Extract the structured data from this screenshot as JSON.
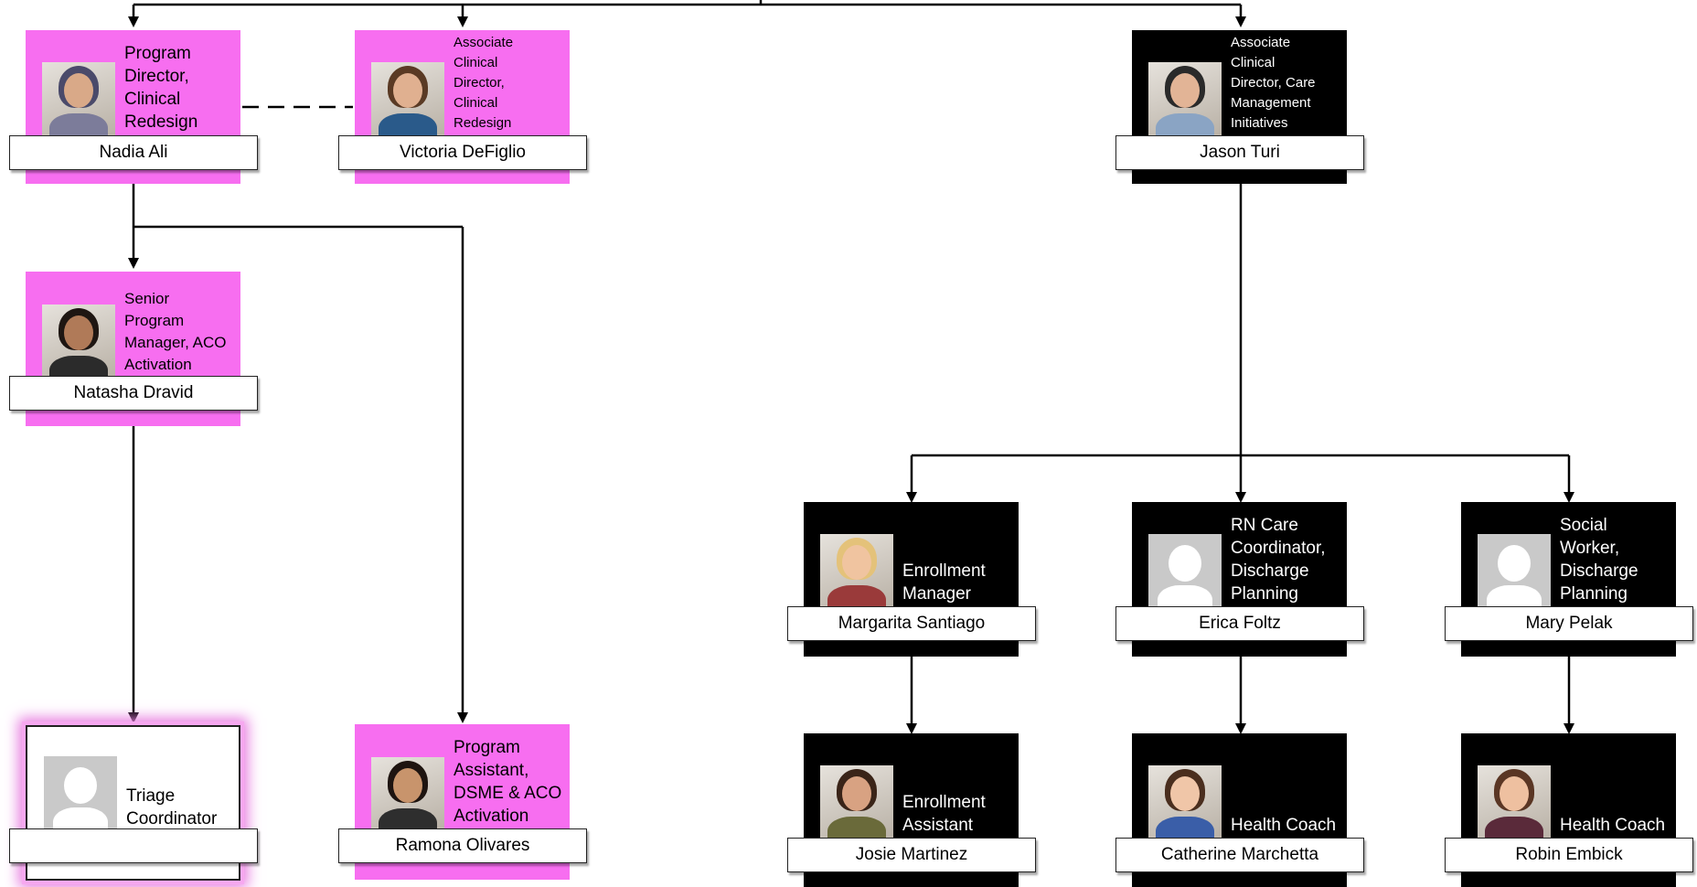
{
  "colors": {
    "pink": "#f76ef0",
    "black": "#000000",
    "connector": "#000000"
  },
  "people": {
    "nadia": {
      "title": "Program\nDirector,\nClinical\nRedesign",
      "name": "Nadia Ali"
    },
    "victoria": {
      "title": "Associate\nClinical\nDirector,\nClinical\nRedesign",
      "name": "Victoria DeFiglio"
    },
    "jason": {
      "title": "Associate\nClinical\nDirector, Care\nManagement\nInitiatives",
      "name": "Jason Turi"
    },
    "natasha": {
      "title": "Senior\nProgram\nManager, ACO\nActivation",
      "name": "Natasha Dravid"
    },
    "margarita": {
      "title": "Enrollment\nManager",
      "name": "Margarita  Santiago"
    },
    "erica": {
      "title": "RN Care\nCoordinator,\nDischarge\nPlanning",
      "name": "Erica Foltz"
    },
    "mary": {
      "title": "Social\nWorker,\nDischarge\nPlanning",
      "name": "Mary Pelak"
    },
    "triage": {
      "title": "Triage\nCoordinator",
      "name": ""
    },
    "ramona": {
      "title": "Program\nAssistant,\nDSME & ACO\nActivation",
      "name": "Ramona Olivares"
    },
    "josie": {
      "title": "Enrollment\nAssistant",
      "name": "Josie Martinez"
    },
    "catherine": {
      "title": "Health Coach",
      "name": "Catherine Marchetta"
    },
    "robin": {
      "title": "Health Coach",
      "name": "Robin Embick"
    }
  },
  "photos": {
    "nadia": {
      "kind": "photo",
      "hair": "#4a4a6a",
      "skin": "#d9a988",
      "cloth": "#7c7c9a"
    },
    "victoria": {
      "kind": "photo",
      "hair": "#5a3a24",
      "skin": "#e0b090",
      "cloth": "#2a5a8a"
    },
    "jason": {
      "kind": "photo",
      "hair": "#2a2a2a",
      "skin": "#e2b496",
      "cloth": "#8aa4c4"
    },
    "natasha": {
      "kind": "photo",
      "hair": "#1e1612",
      "skin": "#b07a58",
      "cloth": "#2b2b2b"
    },
    "margarita": {
      "kind": "photo",
      "hair": "#e4c27a",
      "skin": "#f0c4a0",
      "cloth": "#9a3a3a"
    },
    "erica": {
      "kind": "placeholder"
    },
    "mary": {
      "kind": "placeholder"
    },
    "triage": {
      "kind": "placeholder"
    },
    "ramona": {
      "kind": "photo",
      "hair": "#1e1410",
      "skin": "#c8946c",
      "cloth": "#2e2e2e"
    },
    "josie": {
      "kind": "photo",
      "hair": "#3a2418",
      "skin": "#d8a282",
      "cloth": "#6a6a3a"
    },
    "catherine": {
      "kind": "photo",
      "hair": "#4a2e1e",
      "skin": "#f0c6a8",
      "cloth": "#3a5ea8"
    },
    "robin": {
      "kind": "photo",
      "hair": "#5a3624",
      "skin": "#eec0a0",
      "cloth": "#5a2a3a"
    }
  }
}
